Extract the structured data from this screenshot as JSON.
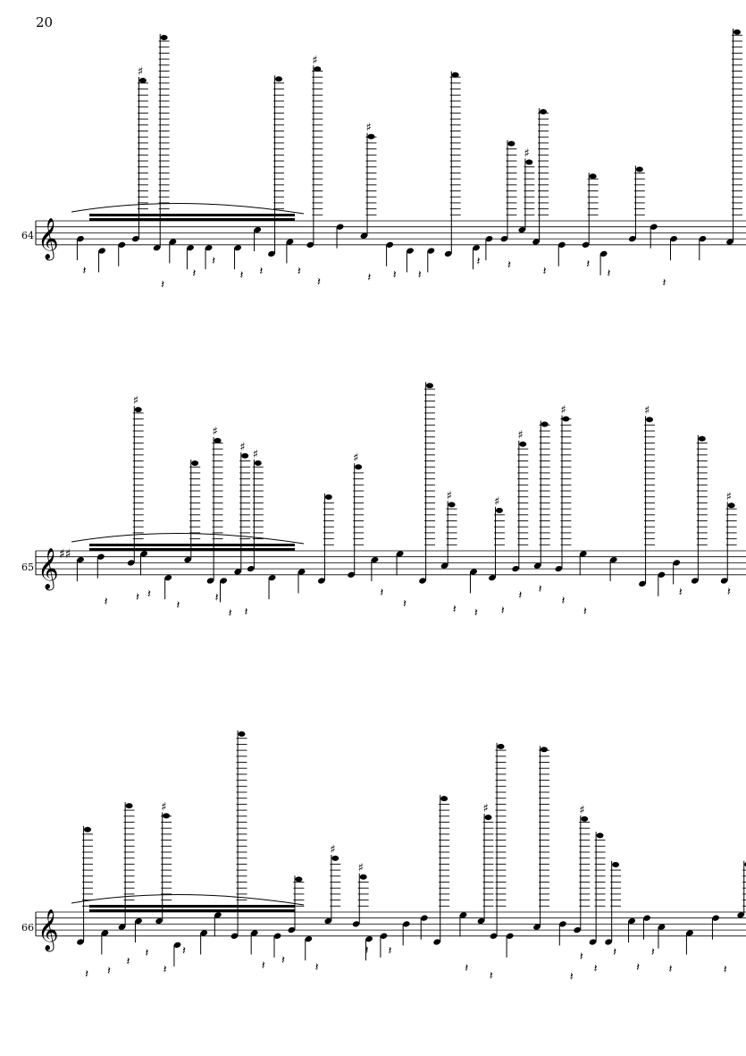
{
  "page": {
    "number": "20"
  },
  "systems": [
    {
      "measure": "64",
      "key": "C"
    },
    {
      "measure": "65",
      "key": "D"
    },
    {
      "measure": "66",
      "key": "C"
    }
  ],
  "colors": {
    "ink": "#000000",
    "paper": "#ffffff"
  }
}
